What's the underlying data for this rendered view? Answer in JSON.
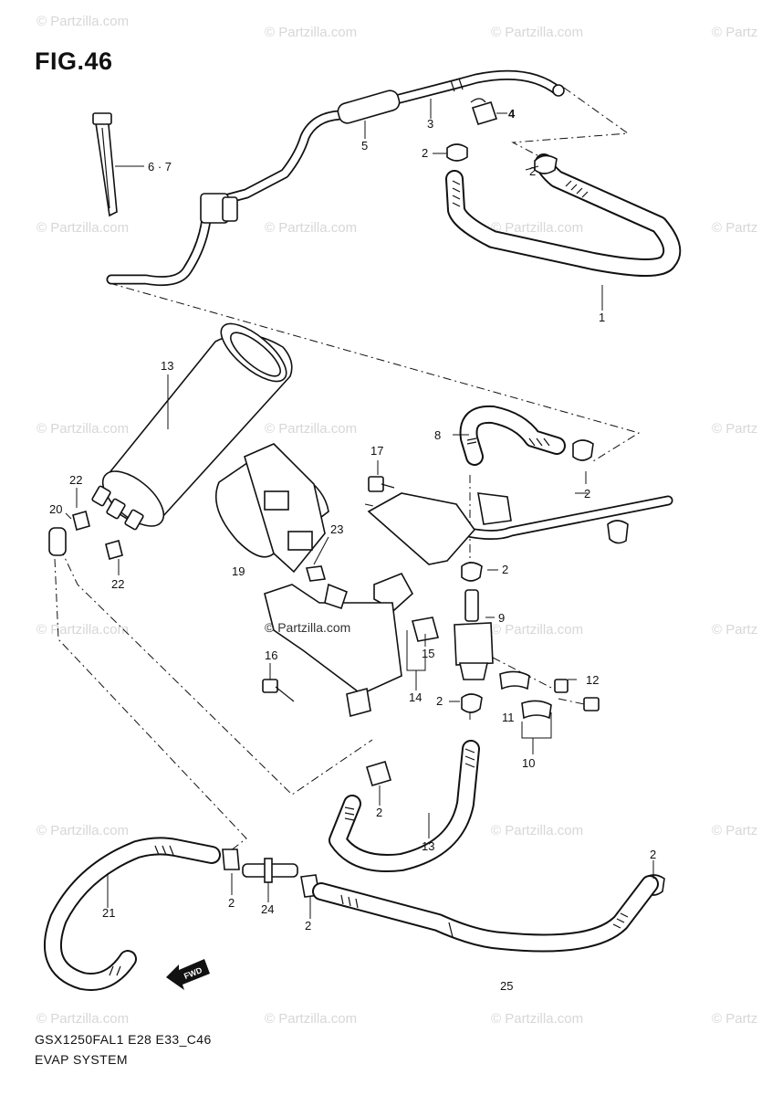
{
  "figure_title": "FIG.46",
  "model_code": "GSX1250FAL1 E28 E33_C46",
  "system_name": "EVAP SYSTEM",
  "direction_mark": "FWD",
  "watermark": "© Partzilla.com",
  "watermark_partial": "© Partz",
  "callouts": {
    "c1": "1",
    "c2a": "2",
    "c2b": "2",
    "c2c": "2",
    "c2d": "2",
    "c2e": "2",
    "c2f": "2",
    "c2g": "2",
    "c2h": "2",
    "c2i": "2",
    "c3": "3",
    "c4": "4",
    "c5": "5",
    "c67": "6 · 7",
    "c8": "8",
    "c9": "9",
    "c10": "10",
    "c11": "11",
    "c12": "12",
    "c13a": "13",
    "c13b": "13",
    "c14": "14",
    "c15": "15",
    "c16": "16",
    "c17": "17",
    "c19": "19",
    "c20": "20",
    "c21": "21",
    "c22a": "22",
    "c22b": "22",
    "c23": "23",
    "c24": "24",
    "c25": "25"
  },
  "colors": {
    "ink": "#111111",
    "watermark": "#d7d7d7",
    "paper": "#ffffff"
  }
}
